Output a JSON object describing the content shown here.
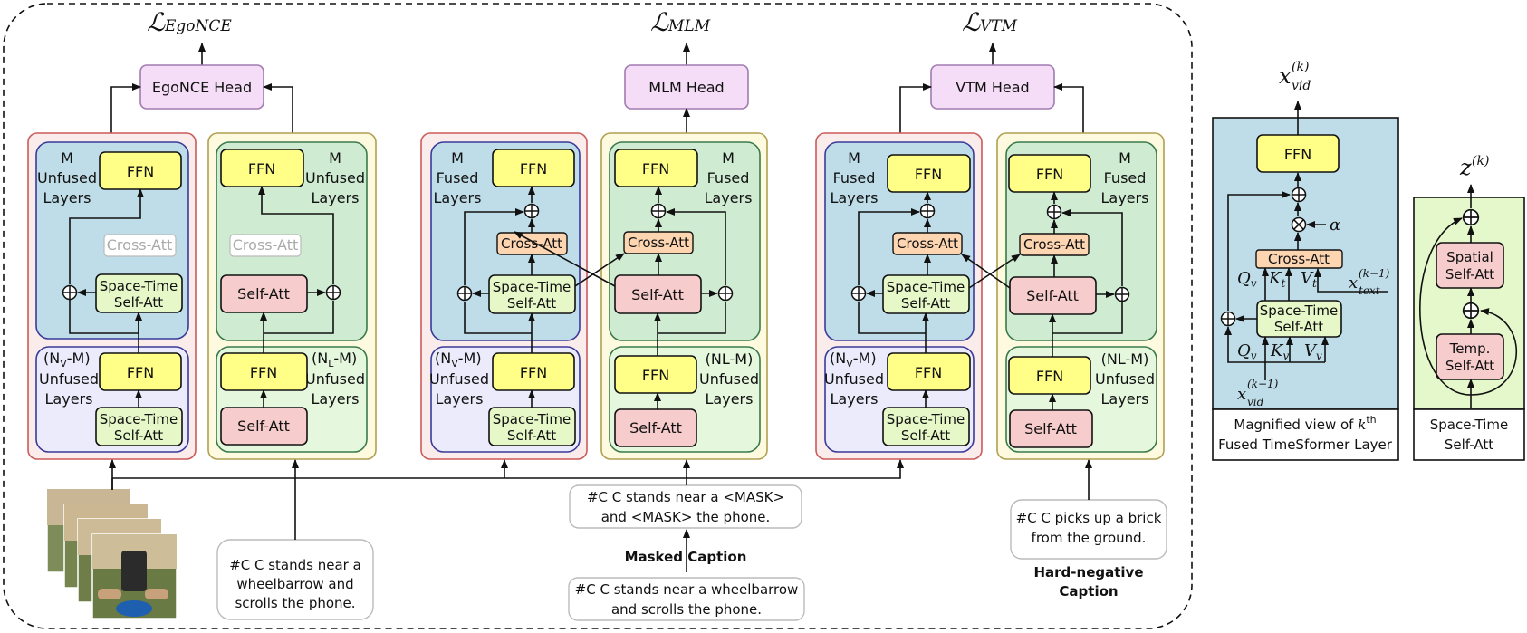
{
  "losses": {
    "egonce": {
      "main": "ℒ",
      "sub": "EgoNCE"
    },
    "mlm": {
      "main": "ℒ",
      "sub": "MLM"
    },
    "vtm": {
      "main": "ℒ",
      "sub": "VTM"
    }
  },
  "heads": {
    "egonce": "EgoNCE Head",
    "mlm": "MLM Head",
    "vtm": "VTM Head"
  },
  "blocks": {
    "ffn": "FFN",
    "cross_att": "Cross-Att",
    "self_att": "Self-Att",
    "space_time_1": "Space-Time",
    "space_time_2": "Self-Att"
  },
  "layer_labels": {
    "m": "M",
    "unfused": "Unfused",
    "fused": "Fused",
    "layers": "Layers",
    "nv_m_prefix": "(N",
    "nv_m_sub": "V",
    "nv_m_suffix": "-M)",
    "nl_m_prefix": "(N",
    "nl_m_sub": "L",
    "nl_m_suffix": "-M)",
    "nl_m_text": "(NL-M)"
  },
  "captions": {
    "c1_line1": "#C C stands near a",
    "c1_line2": "wheelbarrow and",
    "c1_line3": "scrolls the phone.",
    "masked_line1": "#C C stands near a <MASK>",
    "masked_line2": "and <MASK> the phone.",
    "masked_label": "Masked Caption",
    "orig_line1": "#C C stands near a wheelbarrow",
    "orig_line2": "and scrolls the phone.",
    "hn_line1": "#C C picks up a brick",
    "hn_line2": "from the ground.",
    "hn_label1": "Hard-negative",
    "hn_label2": "Caption"
  },
  "magnified": {
    "output": "x",
    "output_sub": "vid",
    "output_sup": "(k)",
    "alpha": "α",
    "q": "Q",
    "k": "K",
    "v": "V",
    "sub_v": "v",
    "sub_t": "t",
    "x_text": "x",
    "x_text_sub": "text",
    "x_text_sup": "(k−1)",
    "x_vid_in": "x",
    "x_vid_in_sub": "vid",
    "x_vid_in_sup": "(k−1)",
    "caption_1a": "Magnified view of ",
    "caption_1b": "k",
    "caption_1c": "th",
    "caption_2": "Fused TimeSformer Layer"
  },
  "spacetime": {
    "output": "z",
    "output_sup": "(k)",
    "spatial_1": "Spatial",
    "spatial_2": "Self-Att",
    "temp_1": "Temp.",
    "temp_2": "Self-Att",
    "caption_1": "Space-Time",
    "caption_2": "Self-Att"
  },
  "colors": {
    "ffn": "#ffff88",
    "cross_att": "#fdd5b1",
    "self_att": "#f7cccc",
    "space_time": "#e6f7c8",
    "video_top": "#bedde8",
    "video_bottom": "#ebebfb",
    "text_top": "#cfecd3",
    "text_bottom": "#e5f8de",
    "video_outer": "#fbecec",
    "text_outer": "#fdfadf",
    "head": "#f5ddf7",
    "mag_panel": "#bedde8",
    "st_panel": "#e5f8cb"
  }
}
